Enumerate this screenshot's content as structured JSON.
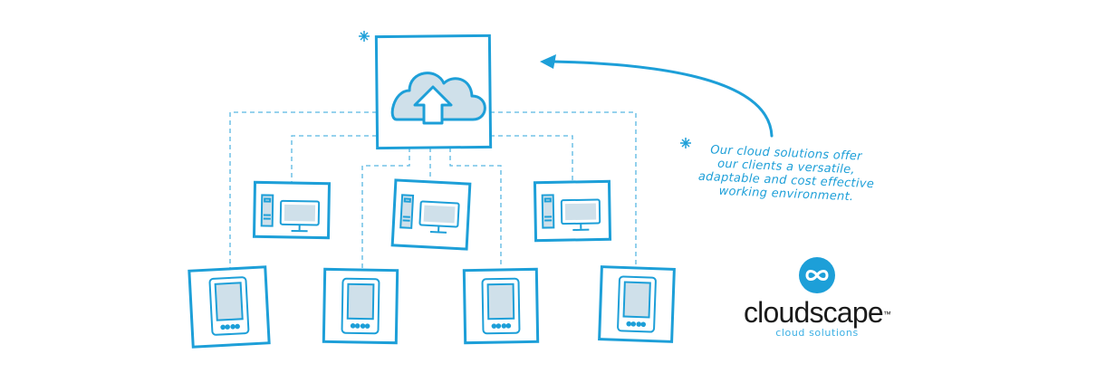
{
  "caption_lines": [
    "Our cloud solutions offer",
    "our clients a versatile,",
    "adaptable and cost effective",
    "working environment."
  ],
  "logo": {
    "name": "cloudscape",
    "trademark": "™",
    "tagline": "cloud solutions"
  },
  "colors": {
    "stroke": "#1d9fd8",
    "fill_light": "#cfe0ea",
    "accent": "#1d9fd8",
    "wordmark": "#1a1a1a"
  },
  "icons": [
    "cloud-upload-icon",
    "desktop-computer-icon",
    "tablet-device-icon",
    "asterisk-icon",
    "arrow-icon"
  ]
}
